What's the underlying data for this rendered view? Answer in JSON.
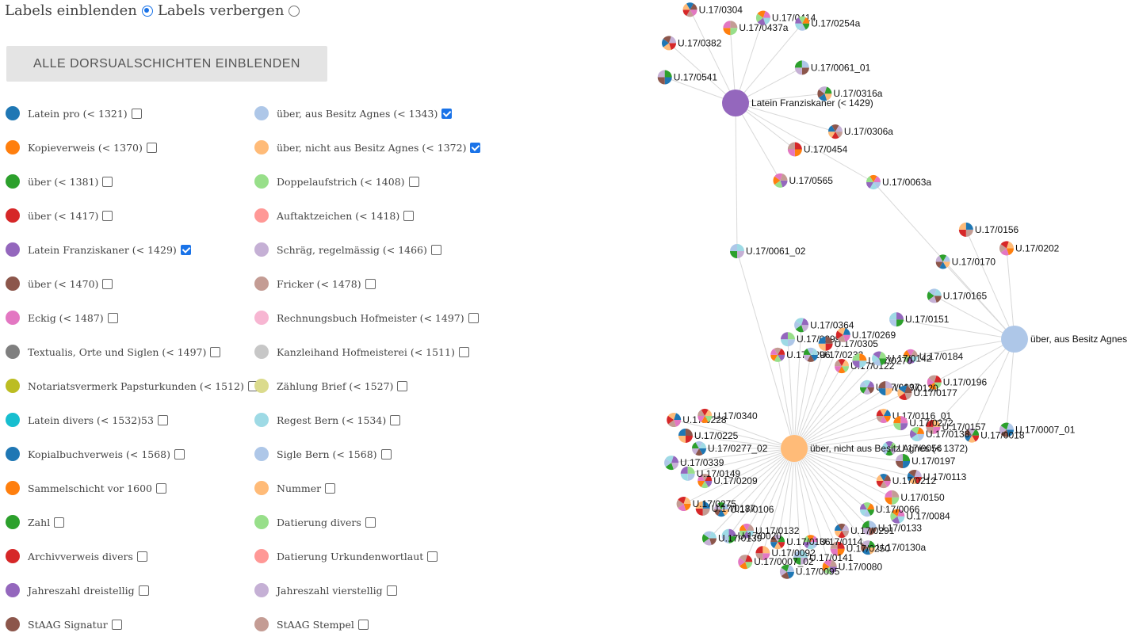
{
  "labels_toggle": {
    "show": "Labels einblenden",
    "hide": "Labels verbergen",
    "selected": "show"
  },
  "show_all_button": "ALLE DORSUALSCHICHTEN EINBLENDEN",
  "legend": [
    {
      "label": "Latein pro (< 1321)",
      "color": "#1f77b4",
      "checked": false
    },
    {
      "label": "Kopieverweis (< 1370)",
      "color": "#ff7f0e",
      "checked": false
    },
    {
      "label": "über (< 1381)",
      "color": "#2ca02c",
      "checked": false
    },
    {
      "label": "über (< 1417)",
      "color": "#d62728",
      "checked": false
    },
    {
      "label": "Latein Franziskaner (< 1429)",
      "color": "#9467bd",
      "checked": true
    },
    {
      "label": "über (< 1470)",
      "color": "#8c564b",
      "checked": false
    },
    {
      "label": "Eckig (< 1487)",
      "color": "#e377c2",
      "checked": false
    },
    {
      "label": "Textualis, Orte und Siglen (< 1497)",
      "color": "#7f7f7f",
      "checked": false
    },
    {
      "label": "Notariatsvermerk Papsturkunden (< 1512)",
      "color": "#bcbd22",
      "checked": false
    },
    {
      "label": "Latein divers (< 1532)53",
      "color": "#17becf",
      "checked": false
    },
    {
      "label": "Kopialbuchverweis (< 1568)",
      "color": "#1f77b4",
      "checked": false
    },
    {
      "label": "Sammelschicht vor 1600",
      "color": "#ff7f0e",
      "checked": false
    },
    {
      "label": "Zahl",
      "color": "#2ca02c",
      "checked": false
    },
    {
      "label": "Archivverweis divers",
      "color": "#d62728",
      "checked": false
    },
    {
      "label": "Jahreszahl dreistellig",
      "color": "#9467bd",
      "checked": false
    },
    {
      "label": "StAAG Signatur",
      "color": "#8c564b",
      "checked": false
    },
    {
      "label": "über, aus Besitz Agnes (< 1343)",
      "color": "#aec7e8",
      "checked": true
    },
    {
      "label": "über, nicht aus Besitz Agnes (< 1372)",
      "color": "#ffbb78",
      "checked": true
    },
    {
      "label": "Doppelaufstrich (< 1408)",
      "color": "#98df8a",
      "checked": false
    },
    {
      "label": "Auftaktzeichen (< 1418)",
      "color": "#ff9896",
      "checked": false
    },
    {
      "label": "Schräg, regelmässig (< 1466)",
      "color": "#c5b0d5",
      "checked": false
    },
    {
      "label": "Fricker (< 1478)",
      "color": "#c49c94",
      "checked": false
    },
    {
      "label": "Rechnungsbuch Hofmeister (< 1497)",
      "color": "#f7b6d2",
      "checked": false
    },
    {
      "label": "Kanzleihand Hofmeisterei (< 1511)",
      "color": "#c7c7c7",
      "checked": false
    },
    {
      "label": "Zählung Brief (< 1527)",
      "color": "#dbdb8d",
      "checked": false
    },
    {
      "label": "Regest Bern (< 1534)",
      "color": "#9edae5",
      "checked": false
    },
    {
      "label": "Sigle Bern (< 1568)",
      "color": "#aec7e8",
      "checked": false
    },
    {
      "label": "Nummer",
      "color": "#ffbb78",
      "checked": false
    },
    {
      "label": "Datierung divers",
      "color": "#98df8a",
      "checked": false
    },
    {
      "label": "Datierung Urkundenwortlaut",
      "color": "#ff9896",
      "checked": false
    },
    {
      "label": "Jahreszahl vierstellig",
      "color": "#c5b0d5",
      "checked": false
    },
    {
      "label": "StAAG Stempel",
      "color": "#c49c94",
      "checked": false
    }
  ],
  "graph": {
    "hubs": [
      {
        "id": "franz",
        "label": "Latein Franziskaner (< 1429)",
        "color": "#9467bd"
      },
      {
        "id": "agnes",
        "label": "über, aus Besitz Agnes",
        "color": "#aec7e8"
      },
      {
        "id": "nicht",
        "label": "über, nicht aus Besitz Agnes (< 1372)",
        "color": "#ffbb78"
      }
    ],
    "nodes": [
      {
        "label": "U.17/0541",
        "hub": "franz"
      },
      {
        "label": "U.17/0382",
        "hub": "franz"
      },
      {
        "label": "U.17/0304",
        "hub": "franz"
      },
      {
        "label": "U.17/0437a",
        "hub": "franz"
      },
      {
        "label": "U.17/0414",
        "hub": "franz"
      },
      {
        "label": "U.17/0254a",
        "hub": "franz"
      },
      {
        "label": "U.17/0061_01",
        "hub": "franz"
      },
      {
        "label": "U.17/0316a",
        "hub": "franz"
      },
      {
        "label": "U.17/0306a",
        "hub": "franz"
      },
      {
        "label": "U.17/0454",
        "hub": "franz"
      },
      {
        "label": "U.17/0565",
        "hub": "franz"
      },
      {
        "label": "U.17/0063a",
        "hub": "bridge"
      },
      {
        "label": "U.17/0061_02",
        "hub": "bridge"
      },
      {
        "label": "U.17/0007_01",
        "hub": "agnes"
      },
      {
        "label": "U.17/0018",
        "hub": "agnes"
      },
      {
        "label": "U.17/0157",
        "hub": "agnes"
      },
      {
        "label": "U.17/0196",
        "hub": "agnes"
      },
      {
        "label": "U.17/0184",
        "hub": "agnes"
      },
      {
        "label": "U.17/0151",
        "hub": "agnes"
      },
      {
        "label": "U.17/0165",
        "hub": "agnes"
      },
      {
        "label": "U.17/0170",
        "hub": "agnes"
      },
      {
        "label": "U.17/0156",
        "hub": "agnes"
      },
      {
        "label": "U.17/0202",
        "hub": "agnes"
      },
      {
        "label": "U.17/0296",
        "hub": "nicht"
      },
      {
        "label": "U.17/0299",
        "hub": "nicht"
      },
      {
        "label": "U.17/0364",
        "hub": "nicht"
      },
      {
        "label": "U.17/0232",
        "hub": "nicht"
      },
      {
        "label": "U.17/0305",
        "hub": "nicht"
      },
      {
        "label": "U.17/0269",
        "hub": "nicht"
      },
      {
        "label": "U.17/0122",
        "hub": "nicht"
      },
      {
        "label": "U.17/0270",
        "hub": "nicht"
      },
      {
        "label": "U.17/0142",
        "hub": "nicht"
      },
      {
        "label": "U.17/0097",
        "hub": "nicht"
      },
      {
        "label": "U.17/0120",
        "hub": "nicht"
      },
      {
        "label": "U.17/0177",
        "hub": "nicht"
      },
      {
        "label": "U.17/0116_01",
        "hub": "nicht"
      },
      {
        "label": "U.17/0272",
        "hub": "nicht"
      },
      {
        "label": "U.17/0138",
        "hub": "nicht"
      },
      {
        "label": "U.17/0056",
        "hub": "nicht"
      },
      {
        "label": "U.17/0197",
        "hub": "nicht"
      },
      {
        "label": "U.17/0113",
        "hub": "nicht"
      },
      {
        "label": "U.17/0212",
        "hub": "nicht"
      },
      {
        "label": "U.17/0150",
        "hub": "nicht"
      },
      {
        "label": "U.17/0084",
        "hub": "nicht"
      },
      {
        "label": "U.17/0066",
        "hub": "nicht"
      },
      {
        "label": "U.17/0133",
        "hub": "nicht"
      },
      {
        "label": "U.17/0130a",
        "hub": "nicht"
      },
      {
        "label": "U.17/0291",
        "hub": "nicht"
      },
      {
        "label": "U.17/0250",
        "hub": "nicht"
      },
      {
        "label": "U.17/0080",
        "hub": "nicht"
      },
      {
        "label": "U.17/0114",
        "hub": "nicht"
      },
      {
        "label": "U.17/0141",
        "hub": "nicht"
      },
      {
        "label": "U.17/0095",
        "hub": "nicht"
      },
      {
        "label": "U.17/0136",
        "hub": "nicht"
      },
      {
        "label": "U.17/0092",
        "hub": "nicht"
      },
      {
        "label": "U.17/0007_02",
        "hub": "nicht"
      },
      {
        "label": "U.17/0132",
        "hub": "nicht"
      },
      {
        "label": "U.17/0020",
        "hub": "nicht"
      },
      {
        "label": "U.17/0139",
        "hub": "nicht"
      },
      {
        "label": "U.17/0106",
        "hub": "nicht"
      },
      {
        "label": "U.17/0187",
        "hub": "nicht"
      },
      {
        "label": "U.17/0275",
        "hub": "nicht"
      },
      {
        "label": "U.17/0209",
        "hub": "nicht"
      },
      {
        "label": "U.17/0149",
        "hub": "nicht"
      },
      {
        "label": "U.17/0339",
        "hub": "nicht"
      },
      {
        "label": "U.17/0277_02",
        "hub": "nicht"
      },
      {
        "label": "U.17/0225",
        "hub": "nicht"
      },
      {
        "label": "U.17/0228",
        "hub": "nicht"
      },
      {
        "label": "U.17/0340",
        "hub": "nicht"
      }
    ]
  }
}
